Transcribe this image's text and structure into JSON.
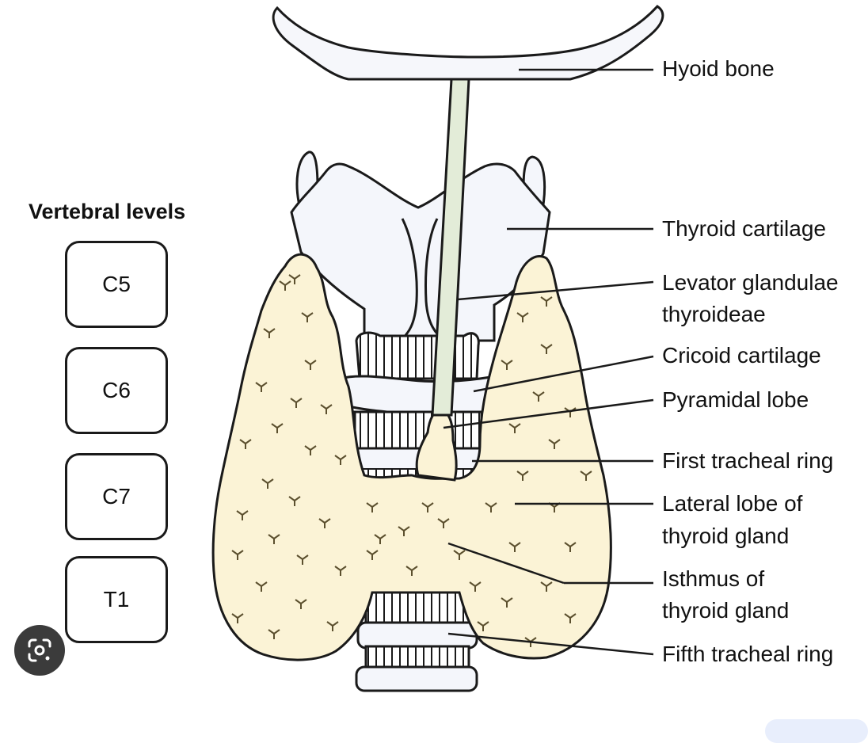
{
  "vertebral": {
    "title": "Vertebral levels",
    "levels": [
      "C5",
      "C6",
      "C7",
      "T1"
    ]
  },
  "labels": {
    "hyoid_bone": "Hyoid bone",
    "thyroid_cartilage": "Thyroid cartilage",
    "levator_1": "Levator glandulae",
    "levator_2": "thyroideae",
    "cricoid_cartilage": "Cricoid cartilage",
    "pyramidal_lobe": "Pyramidal lobe",
    "first_tracheal_ring": "First tracheal ring",
    "lateral_lobe_1": "Lateral lobe of",
    "lateral_lobe_2": "thyroid gland",
    "isthmus_1": "Isthmus of",
    "isthmus_2": "thyroid gland",
    "fifth_tracheal_ring": "Fifth tracheal ring"
  },
  "colors": {
    "gland_fill": "#fbf3d6",
    "cartilage_fill": "#f4f6fb",
    "outline": "#1a1a1a",
    "levator_fill": "#e3ecd8"
  },
  "icons": {
    "lens": "google-lens-icon"
  }
}
